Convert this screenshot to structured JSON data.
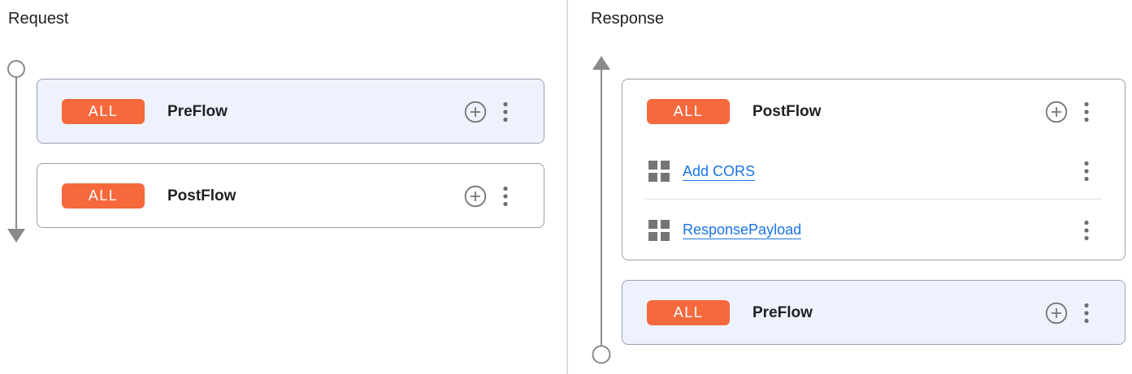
{
  "request_panel": {
    "title": "Request",
    "cards": [
      {
        "badge": "ALL",
        "name": "PreFlow",
        "highlighted": true
      },
      {
        "badge": "ALL",
        "name": "PostFlow",
        "highlighted": false
      }
    ]
  },
  "response_panel": {
    "title": "Response",
    "cards": [
      {
        "badge": "ALL",
        "name": "PostFlow",
        "highlighted": false,
        "policies": [
          {
            "label": "Add CORS"
          },
          {
            "label": "ResponsePayload"
          }
        ]
      },
      {
        "badge": "ALL",
        "name": "PreFlow",
        "highlighted": true
      }
    ]
  },
  "icons": {
    "add_policy": "plus-circle-icon",
    "card_menu": "kebab-menu-icon",
    "policy_type": "grid-icon",
    "request_flow_start": "circle-marker-icon",
    "request_flow_end": "arrow-down-icon",
    "response_flow_start": "circle-marker-icon",
    "response_flow_end": "arrow-up-icon"
  },
  "colors": {
    "badge_orange": "#F5693D",
    "selected_card_bg": "#EEF2FC",
    "card_border": "#9AA0A6",
    "link_blue": "#1A73E8",
    "icon_gray": "#757575",
    "flow_line_gray": "#8A8A8A",
    "panel_divider": "#DADCE0",
    "text_dark": "#202124"
  }
}
